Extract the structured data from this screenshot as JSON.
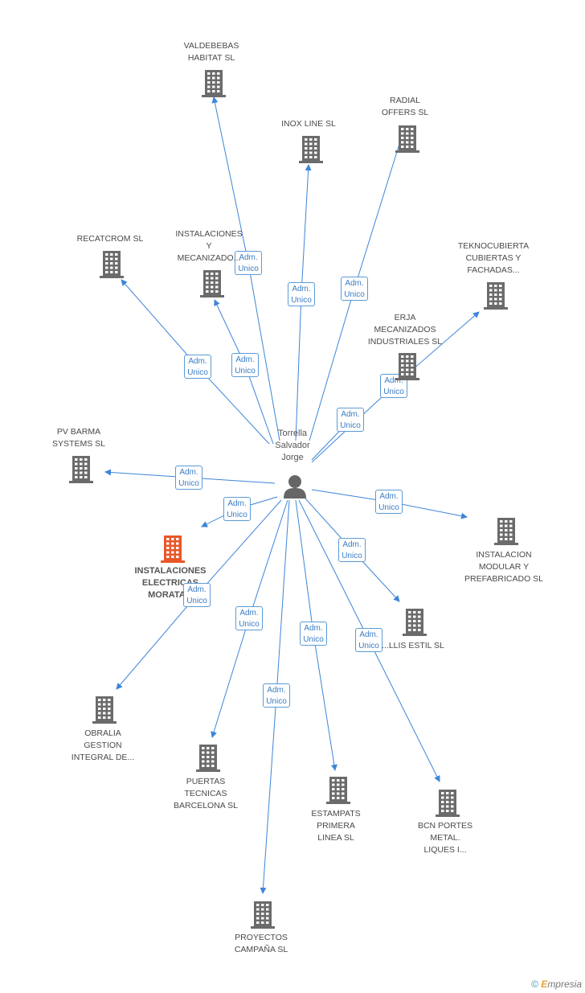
{
  "person": {
    "name": "Torrella\nSalvador\nJorge",
    "icon": "person-icon"
  },
  "relation_label": "Adm.\nUnico",
  "companies": [
    {
      "id": "valdebebas",
      "label": "VALDEBEBAS\nHABITAT SL",
      "highlight": false
    },
    {
      "id": "inox",
      "label": "INOX LINE  SL",
      "highlight": false
    },
    {
      "id": "radial",
      "label": "RADIAL\nOFFERS SL",
      "highlight": false
    },
    {
      "id": "recatcrom",
      "label": "RECATCROM SL",
      "highlight": false
    },
    {
      "id": "instalaciones-mec",
      "label": "INSTALACIONES\nY\nMECANIZADO...",
      "highlight": false
    },
    {
      "id": "teknocubierta",
      "label": "TEKNOCUBIERTA\nCUBIERTAS Y\nFACHADAS...",
      "highlight": false
    },
    {
      "id": "erja",
      "label": "ERJA\nMECANIZADOS\nINDUSTRIALES SL",
      "highlight": false
    },
    {
      "id": "pvbarma",
      "label": "PV BARMA\nSYSTEMS SL",
      "highlight": false
    },
    {
      "id": "electricas",
      "label": "INSTALACIONES\nELECTRICAS\nMORATA...",
      "highlight": true
    },
    {
      "id": "modular",
      "label": "INSTALACION\nMODULAR Y\nPREFABRICADO SL",
      "highlight": false
    },
    {
      "id": "estil",
      "label": "...LLIS ESTIL SL",
      "highlight": false
    },
    {
      "id": "obralia",
      "label": "OBRALIA\nGESTION\nINTEGRAL DE...",
      "highlight": false
    },
    {
      "id": "puertas",
      "label": "PUERTAS\nTECNICAS\nBARCELONA SL",
      "highlight": false
    },
    {
      "id": "estampats",
      "label": "ESTAMPATS\nPRIMERA\nLINEA SL",
      "highlight": false
    },
    {
      "id": "bcn",
      "label": "BCN PORTES\nMETAL.\nLIQUES I...",
      "highlight": false
    },
    {
      "id": "proyectos",
      "label": "PROYECTOS\nCAMPAÑA  SL",
      "highlight": false
    }
  ],
  "colors": {
    "edge": "#3d85d8",
    "building": "#6b6b6b",
    "highlight": "#e8572a",
    "box_border": "#5b9bd5"
  },
  "footer": {
    "copyright": "©",
    "brand_e": "E",
    "brand_rest": "mpresia"
  }
}
